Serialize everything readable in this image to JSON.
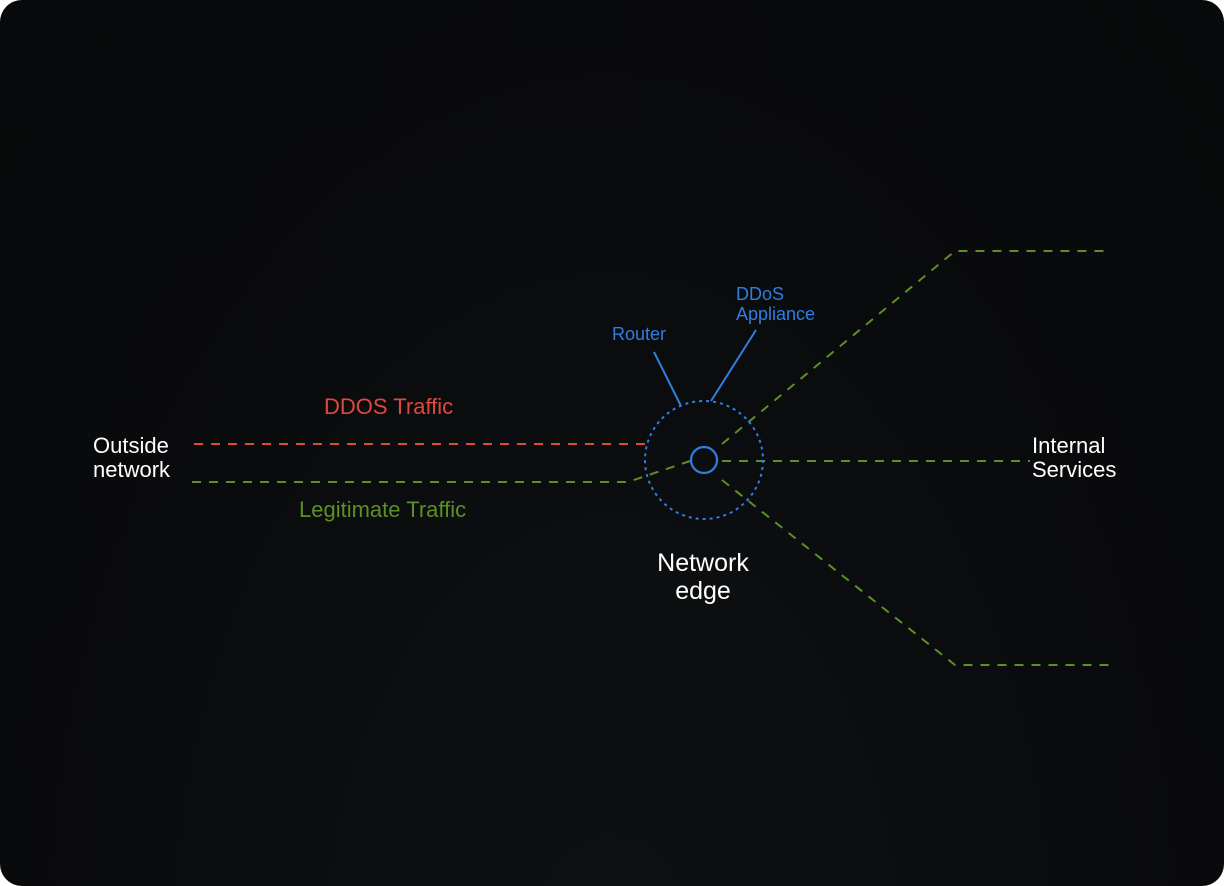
{
  "diagram": {
    "outside_network": [
      "Outside",
      "network"
    ],
    "ddos_traffic": "DDOS Traffic",
    "legitimate_traffic": "Legitimate Traffic",
    "router": "Router",
    "ddos_appliance": [
      "DDoS",
      "Appliance"
    ],
    "network_edge": [
      "Network",
      "edge"
    ],
    "internal_services": [
      "Internal",
      "Services"
    ]
  },
  "colors": {
    "background": "#0a0b0d",
    "ddos_line": "#e0483e",
    "legit_line": "#5c8f24",
    "device": "#2f7ee0",
    "text": "#ffffff"
  }
}
